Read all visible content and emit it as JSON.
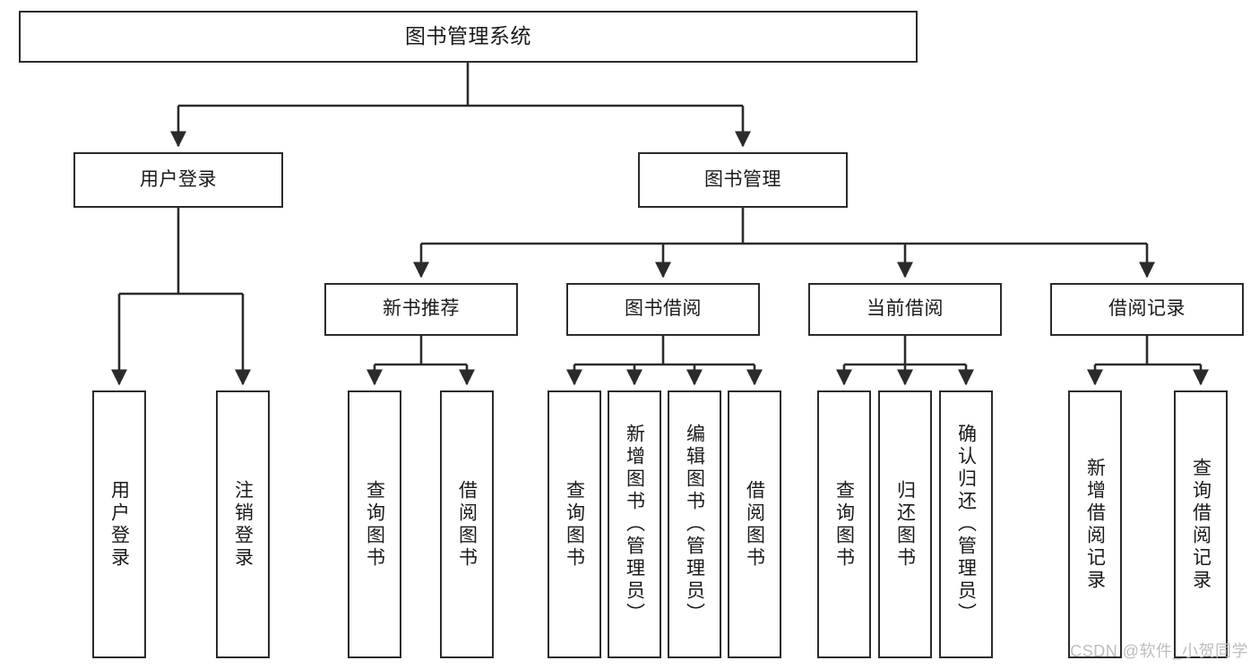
{
  "diagram": {
    "title": "图书管理系统",
    "type": "tree-hierarchy-diagram",
    "colors": {
      "box_border": "#2b2b2b",
      "box_fill": "#ffffff",
      "connector": "#2b2b2b",
      "text": "#1a1a1a",
      "watermark": "#bdbdbd",
      "background": "#ffffff"
    }
  },
  "nodes": {
    "root": {
      "label": "图书管理系统"
    },
    "level2": [
      {
        "label": "用户登录"
      },
      {
        "label": "图书管理"
      }
    ],
    "level3": [
      {
        "label": "新书推荐"
      },
      {
        "label": "图书借阅"
      },
      {
        "label": "当前借阅"
      },
      {
        "label": "借阅记录"
      }
    ],
    "leaves": {
      "user_login": [
        {
          "label": "用户登录"
        },
        {
          "label": "注销登录"
        }
      ],
      "new_book_recommend": [
        {
          "label": "查询图书"
        },
        {
          "label": "借阅图书"
        }
      ],
      "book_borrow": [
        {
          "label": "查询图书"
        },
        {
          "label": "新增图书（管理员）"
        },
        {
          "label": "编辑图书（管理员）"
        },
        {
          "label": "借阅图书"
        }
      ],
      "current_borrow": [
        {
          "label": "查询图书"
        },
        {
          "label": "归还图书"
        },
        {
          "label": "确认归还（管理员）"
        }
      ],
      "borrow_record": [
        {
          "label": "新增借阅记录"
        },
        {
          "label": "查询借阅记录"
        }
      ]
    }
  },
  "watermark": {
    "text": "CSDN @软件_小贺同学"
  }
}
